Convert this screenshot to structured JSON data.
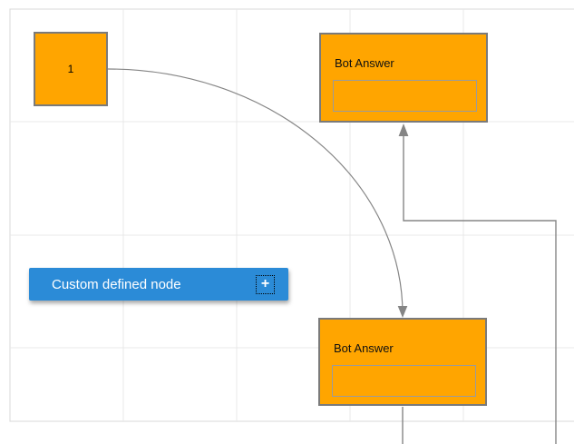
{
  "canvas": {
    "background": "#ffffff",
    "grid_line_color": "#e9e9e9",
    "page_border_color": "#d8d8d8"
  },
  "theme": {
    "node_fill": "#ffa500",
    "node_stroke": "#7a7a7a",
    "connector_color": "#858585",
    "custom_node_fill": "#2b8bd7",
    "custom_node_text_color": "#ffffff"
  },
  "nodes": {
    "start": {
      "label": "1"
    },
    "bot_answer_top": {
      "title": "Bot Answer",
      "input_value": ""
    },
    "bot_answer_bottom": {
      "title": "Bot Answer",
      "input_value": ""
    },
    "custom_defined": {
      "label": "Custom defined node",
      "plus_icon": "+"
    }
  }
}
